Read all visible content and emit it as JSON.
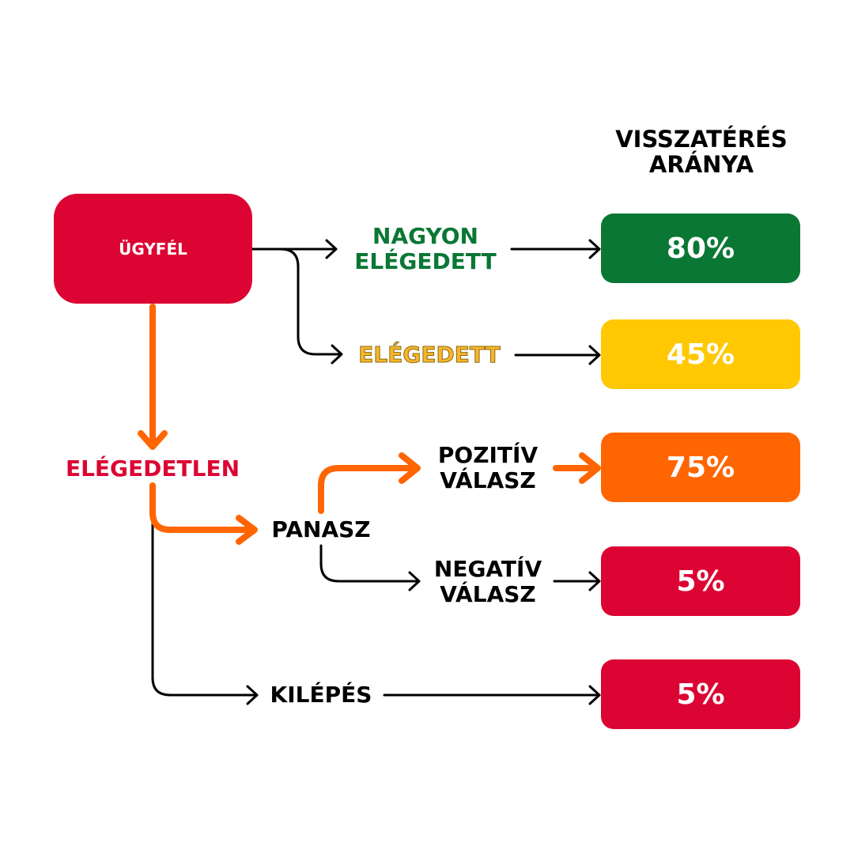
{
  "header": {
    "title_line1": "VISSZATÉRÉS",
    "title_line2": "ARÁNYA"
  },
  "nodes": {
    "customer": "ÜGYFÉL",
    "very_satisfied_line1": "NAGYON",
    "very_satisfied_line2": "ELÉGEDETT",
    "satisfied": "ELÉGEDETT",
    "dissatisfied": "ELÉGEDETLEN",
    "complaint": "PANASZ",
    "positive_line1": "POZITÍV",
    "positive_line2": "VÁLASZ",
    "negative_line1": "NEGATÍV",
    "negative_line2": "VÁLASZ",
    "exit": "KILÉPÉS"
  },
  "rates": [
    {
      "value": "80%",
      "color": "#0A7734"
    },
    {
      "value": "45%",
      "color": "#FFC800"
    },
    {
      "value": "75%",
      "color": "#FF6500"
    },
    {
      "value": "5%",
      "color": "#DC0433"
    },
    {
      "value": "5%",
      "color": "#DC0433"
    }
  ],
  "colors": {
    "red": "#DC0433",
    "green": "#0A7734",
    "yellow_text": "#F9B52A",
    "orange": "#FF6500"
  }
}
